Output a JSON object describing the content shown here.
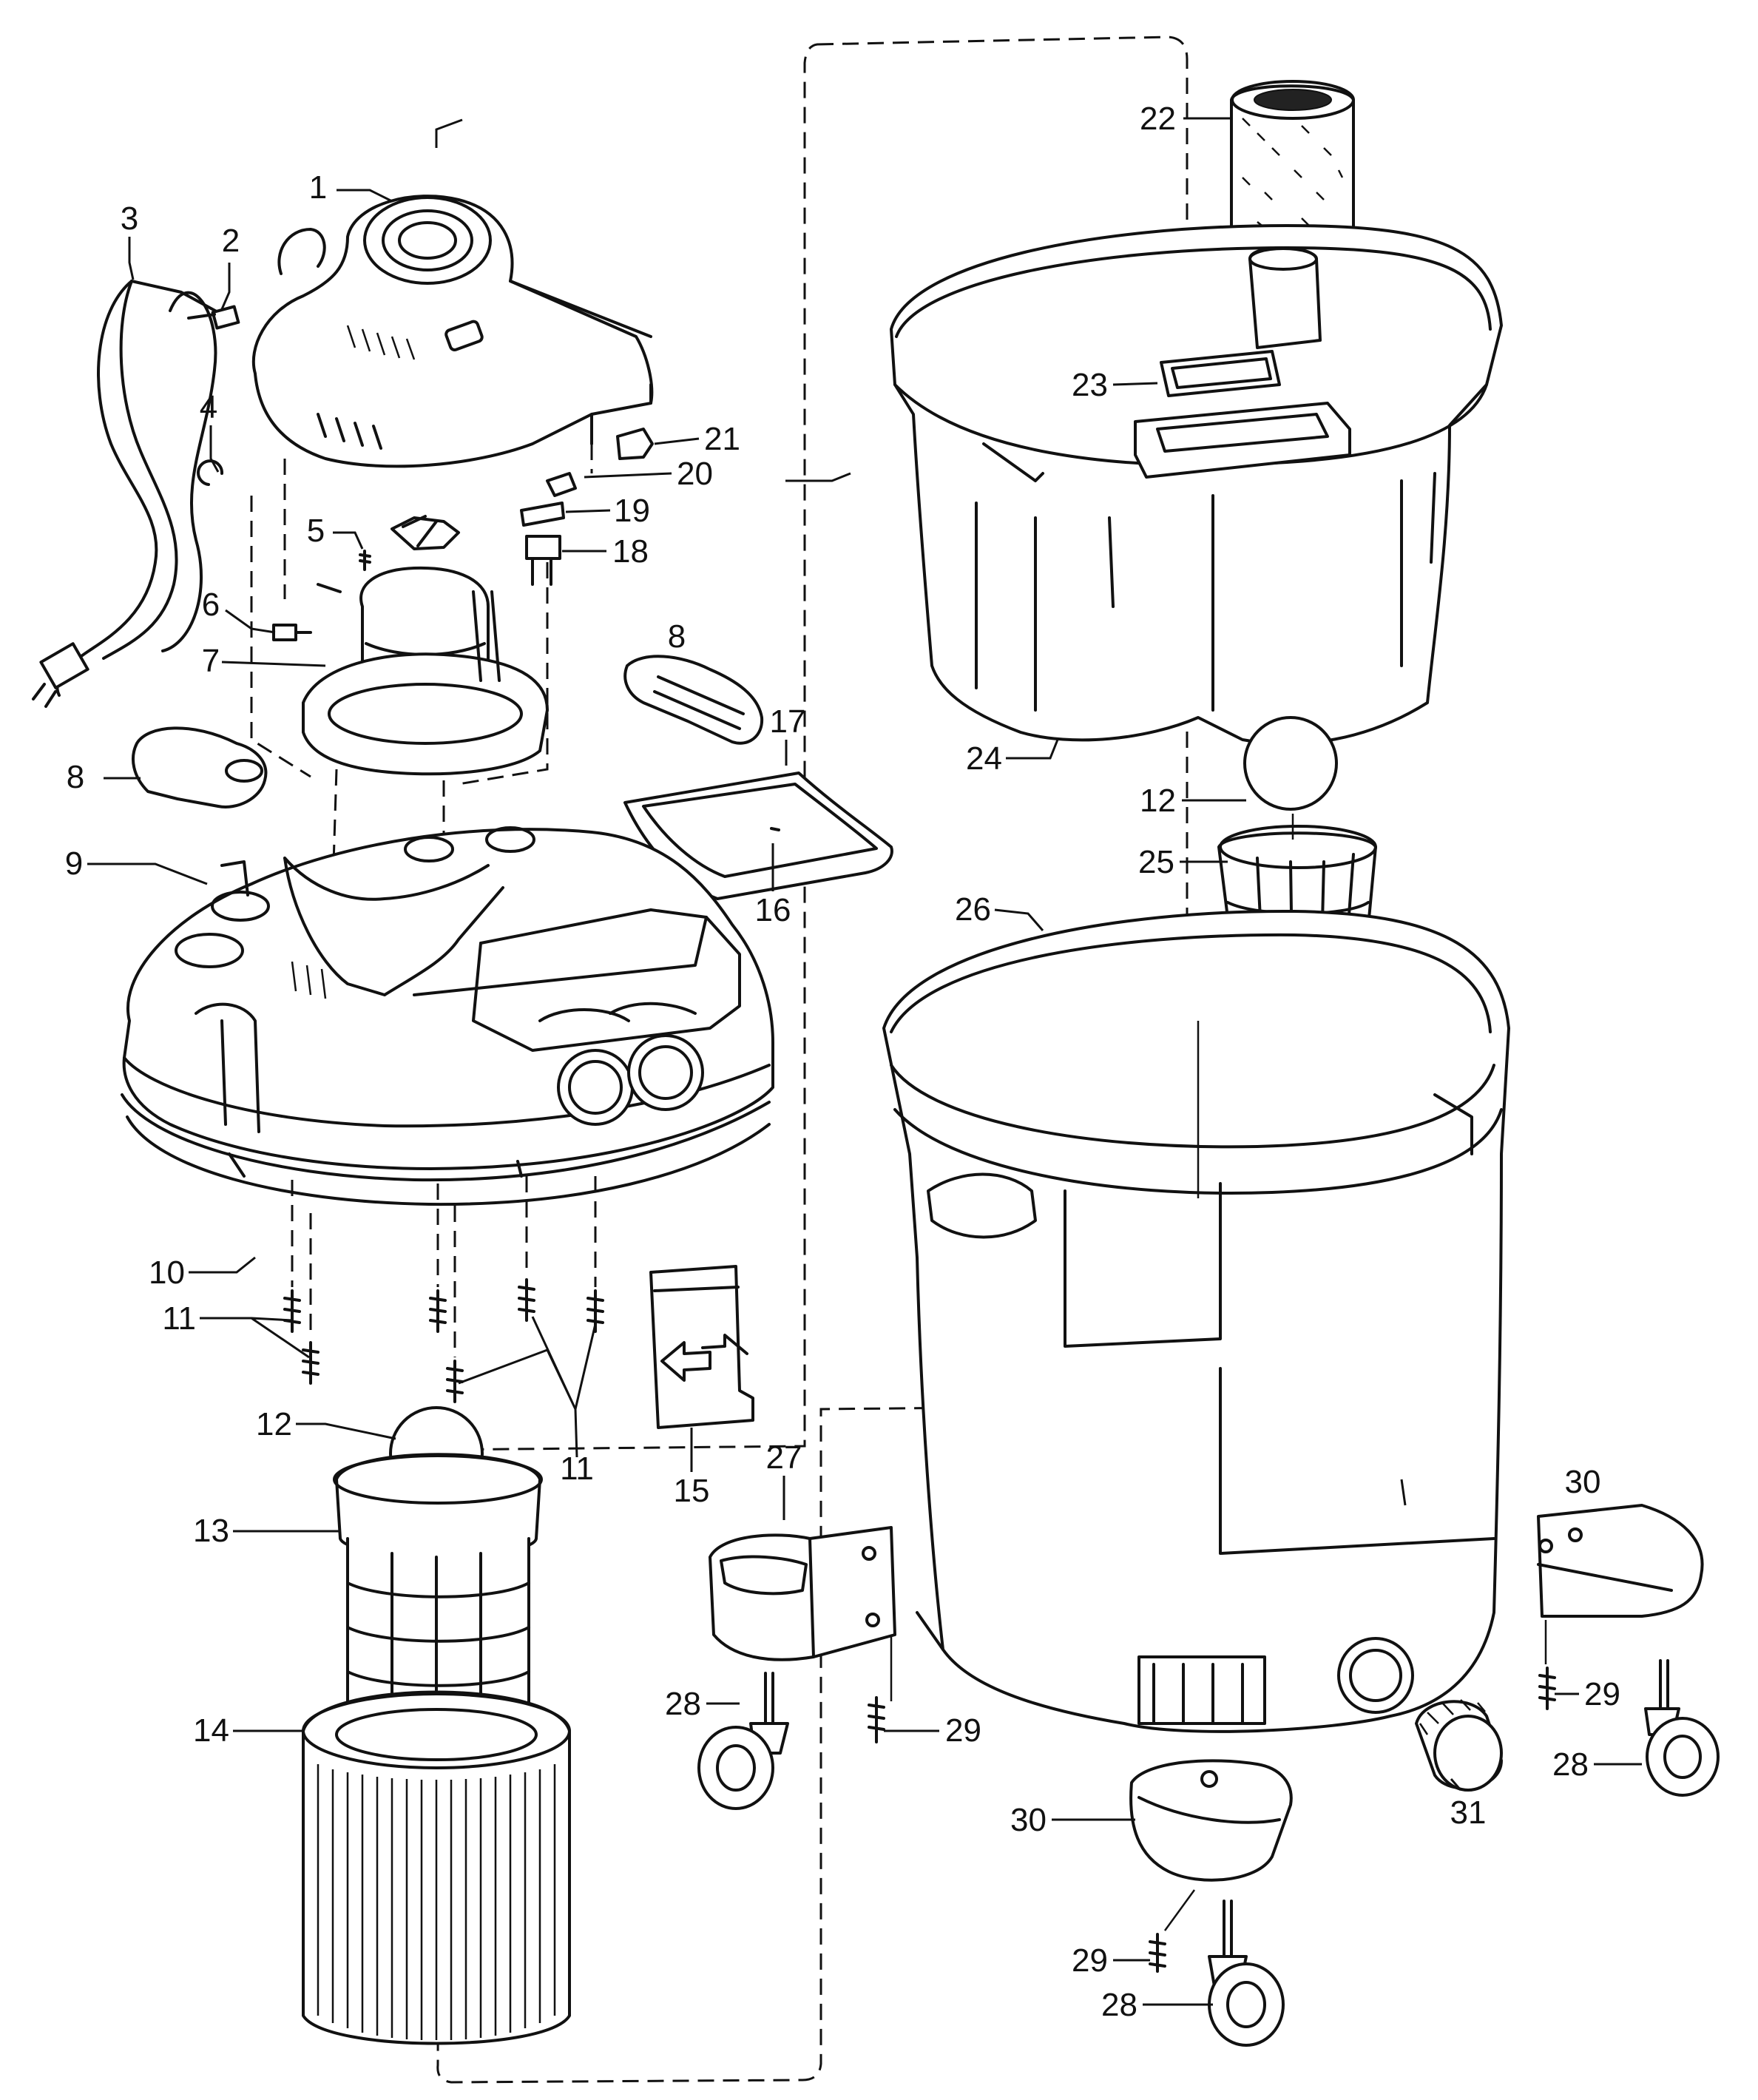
{
  "diagram": {
    "type": "exploded-parts-diagram",
    "colors": {
      "ink": "#111111",
      "paper": "#ffffff"
    },
    "callouts": [
      "1",
      "2",
      "3",
      "4",
      "5",
      "6",
      "7",
      "8",
      "9",
      "10",
      "11",
      "12",
      "13",
      "14",
      "15",
      "16",
      "17",
      "18",
      "19",
      "20",
      "21",
      "22",
      "23",
      "24",
      "25",
      "26",
      "27",
      "28",
      "29",
      "30",
      "31"
    ],
    "labels": [
      {
        "id": "label-1",
        "text": "1",
        "part": "motor-cover"
      },
      {
        "id": "label-2",
        "text": "2",
        "part": "cord-strain-relief"
      },
      {
        "id": "label-3",
        "text": "3",
        "part": "power-cord"
      },
      {
        "id": "label-4",
        "text": "4",
        "part": "clip-ring"
      },
      {
        "id": "label-5",
        "text": "5",
        "part": "screw"
      },
      {
        "id": "label-6",
        "text": "6",
        "part": "wire-connector"
      },
      {
        "id": "label-7",
        "text": "7",
        "part": "motor-assembly"
      },
      {
        "id": "label-8a",
        "text": "8",
        "part": "handle-left"
      },
      {
        "id": "label-8b",
        "text": "8",
        "part": "handle-right"
      },
      {
        "id": "label-9",
        "text": "9",
        "part": "power-head-housing"
      },
      {
        "id": "label-10",
        "text": "10",
        "part": "gasket"
      },
      {
        "id": "label-11a",
        "text": "11",
        "part": "screws-left"
      },
      {
        "id": "label-11b",
        "text": "11",
        "part": "screws-center"
      },
      {
        "id": "label-12a",
        "text": "12",
        "part": "float-ball"
      },
      {
        "id": "label-12b",
        "text": "12",
        "part": "float-ball-right"
      },
      {
        "id": "label-13",
        "text": "13",
        "part": "filter-cage"
      },
      {
        "id": "label-14",
        "text": "14",
        "part": "cartridge-filter"
      },
      {
        "id": "label-15",
        "text": "15",
        "part": "accessory-clip"
      },
      {
        "id": "label-16",
        "text": "16",
        "part": "lid-label"
      },
      {
        "id": "label-17",
        "text": "17",
        "part": "lid-tray"
      },
      {
        "id": "label-18",
        "text": "18",
        "part": "switch"
      },
      {
        "id": "label-19",
        "text": "19",
        "part": "switch-bracket"
      },
      {
        "id": "label-20",
        "text": "20",
        "part": "switch-plate"
      },
      {
        "id": "label-21",
        "text": "21",
        "part": "switch-button"
      },
      {
        "id": "label-22",
        "text": "22",
        "part": "foam-filter"
      },
      {
        "id": "label-23",
        "text": "23",
        "part": "filter-frame"
      },
      {
        "id": "label-24",
        "text": "24",
        "part": "upper-tank"
      },
      {
        "id": "label-25",
        "text": "25",
        "part": "float-cage"
      },
      {
        "id": "label-26",
        "text": "26",
        "part": "lower-tank"
      },
      {
        "id": "label-27",
        "text": "27",
        "part": "caster-foot"
      },
      {
        "id": "label-28a",
        "text": "28",
        "part": "caster-left"
      },
      {
        "id": "label-28b",
        "text": "28",
        "part": "caster-right"
      },
      {
        "id": "label-28c",
        "text": "28",
        "part": "caster-bottom"
      },
      {
        "id": "label-29a",
        "text": "29",
        "part": "screw-left"
      },
      {
        "id": "label-29b",
        "text": "29",
        "part": "screw-right"
      },
      {
        "id": "label-29c",
        "text": "29",
        "part": "screw-bottom"
      },
      {
        "id": "label-30a",
        "text": "30",
        "part": "caster-foot-right"
      },
      {
        "id": "label-30b",
        "text": "30",
        "part": "caster-foot-bottom"
      },
      {
        "id": "label-31",
        "text": "31",
        "part": "drain-cap"
      }
    ]
  }
}
